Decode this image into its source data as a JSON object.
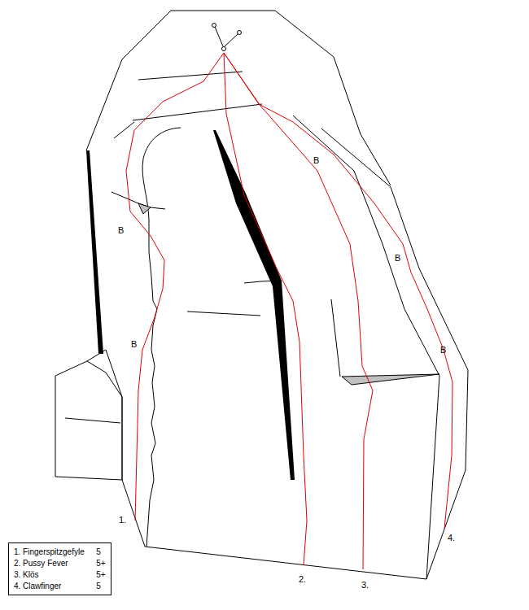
{
  "diagram": {
    "nodes": [
      {
        "text": [
          "1. Fingerspitzgefyle",
          "5",
          "2. Pussy Fever",
          "5+",
          "3. Klös",
          "5+",
          "4. Clawfinger",
          "5"
        ]
      }
    ],
    "labels": [
      "B",
      "B",
      "B",
      "B",
      "B",
      "1.",
      "4.",
      "2.",
      "3."
    ]
  }
}
